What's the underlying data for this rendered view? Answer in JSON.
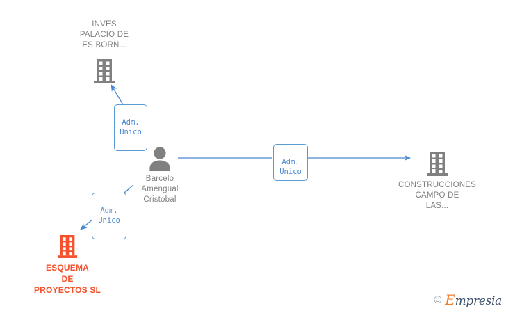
{
  "diagram": {
    "type": "org-relationship-graph",
    "colors": {
      "line": "#4a89d0",
      "badge_border": "#5b9bd5",
      "badge_text": "#4a89d0",
      "company_gray": "#808080",
      "company_orange": "#f4512c",
      "label_gray": "#808080"
    },
    "nodes": [
      {
        "id": "inves-palacio",
        "kind": "company",
        "icon": "building-icon",
        "color": "gray",
        "label": "INVES\nPALACIO DE\nES BORN..."
      },
      {
        "id": "person-center",
        "kind": "person",
        "icon": "person-icon",
        "color": "gray",
        "label": "Barcelo\nAmengual\nCristobal"
      },
      {
        "id": "construcciones-campo",
        "kind": "company",
        "icon": "building-icon",
        "color": "gray",
        "label": "CONSTRUCCIONES\nCAMPO DE\nLAS..."
      },
      {
        "id": "esquema-proyectos",
        "kind": "company",
        "icon": "building-icon",
        "color": "orange",
        "label": "ESQUEMA\nDE\nPROYECTOS SL"
      }
    ],
    "edges": [
      {
        "id": "edge-to-inves",
        "from": "person-center",
        "to": "inves-palacio",
        "badge": "Adm.\nUnico",
        "direction": "up-left"
      },
      {
        "id": "edge-to-construcciones",
        "from": "person-center",
        "to": "construcciones-campo",
        "badge": "Adm.\nUnico",
        "direction": "right"
      },
      {
        "id": "edge-to-esquema",
        "from": "person-center",
        "to": "esquema-proyectos",
        "badge": "Adm.\nUnico",
        "direction": "down-left"
      }
    ]
  },
  "watermark": {
    "copyright": "©",
    "brand_initial": "E",
    "brand_rest": "mpresia"
  }
}
